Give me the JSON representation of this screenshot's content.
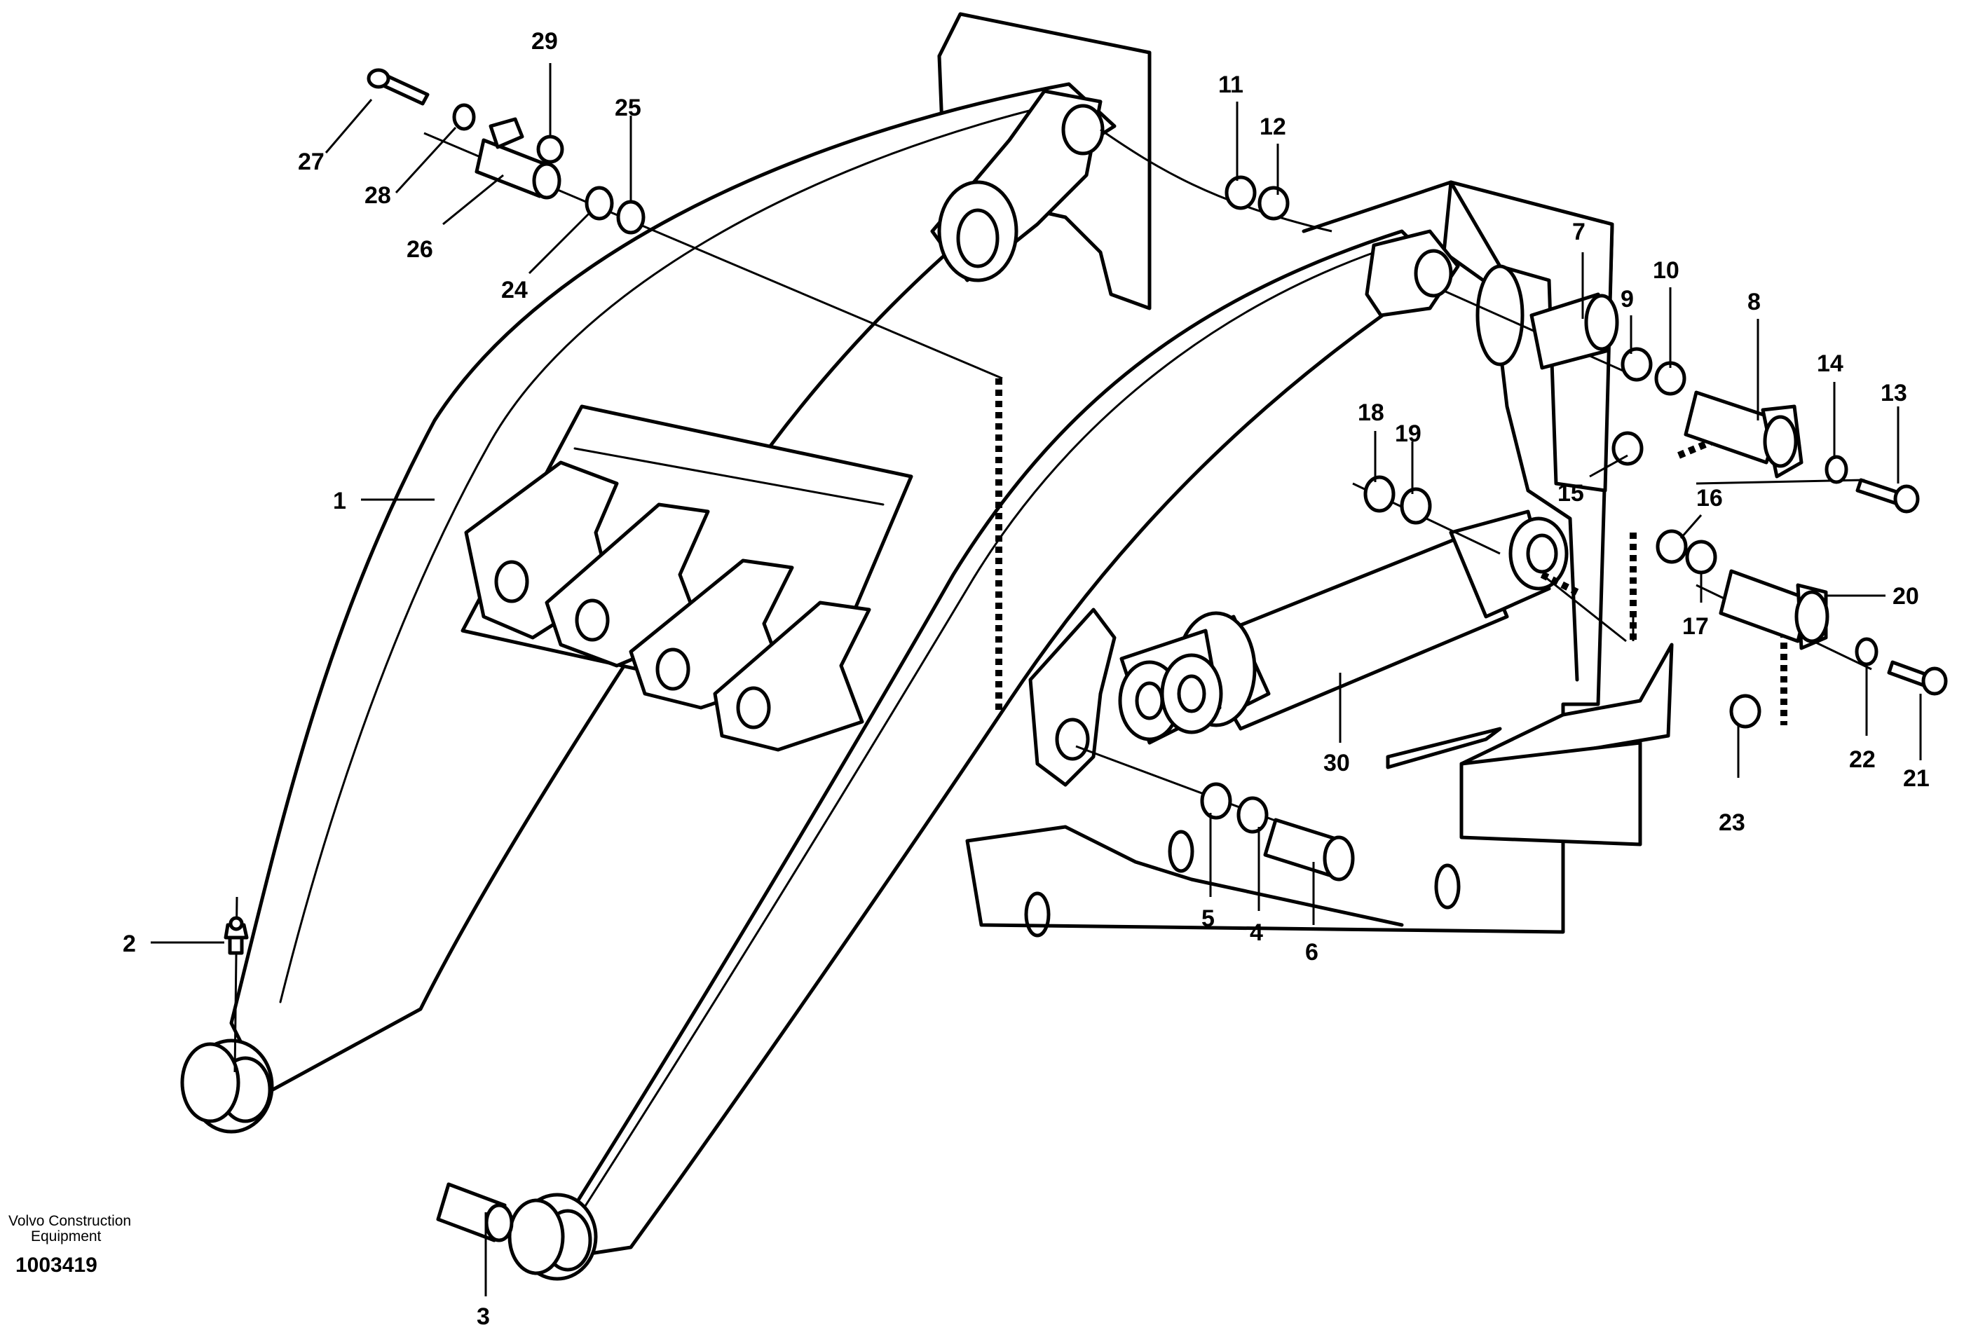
{
  "brand": {
    "line1": "Volvo Construction",
    "line2": "Equipment"
  },
  "document_number": "1003419",
  "callouts": [
    "1",
    "2",
    "3",
    "4",
    "5",
    "6",
    "7",
    "8",
    "9",
    "10",
    "11",
    "12",
    "13",
    "14",
    "15",
    "16",
    "17",
    "18",
    "19",
    "20",
    "21",
    "22",
    "23",
    "24",
    "25",
    "26",
    "27",
    "28",
    "29",
    "30"
  ]
}
